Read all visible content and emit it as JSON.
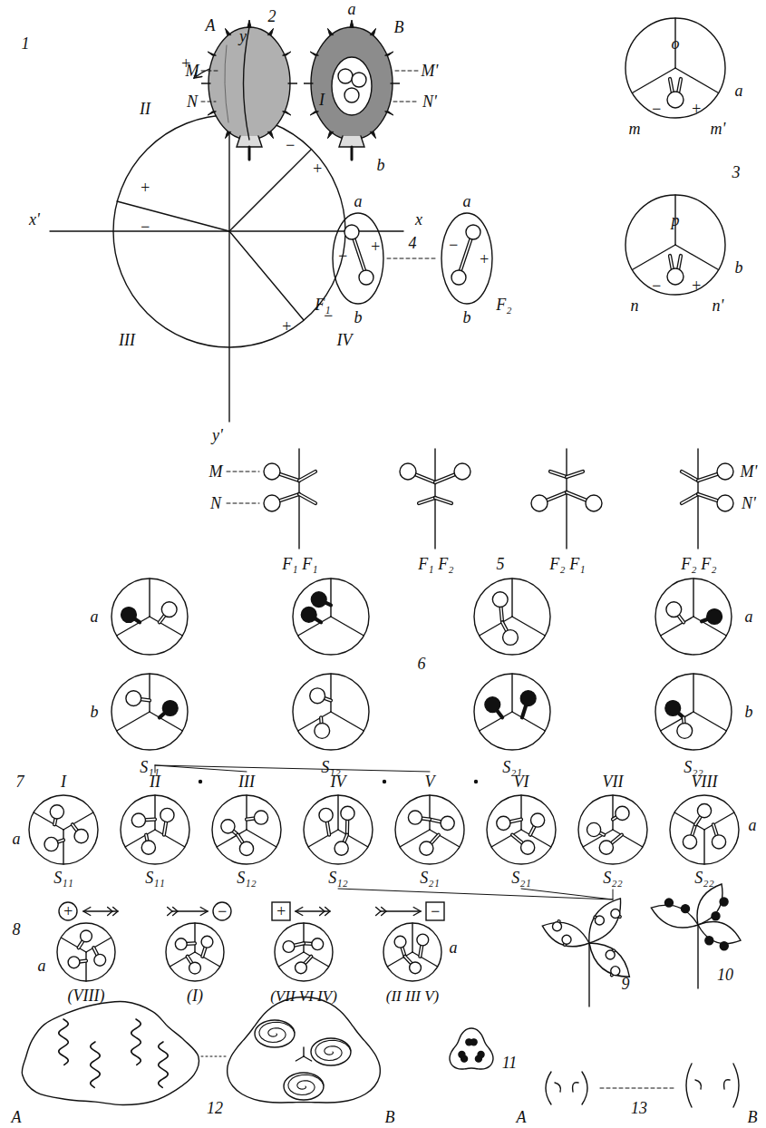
{
  "diagram": {
    "labels": [
      "1",
      "y",
      "+",
      "II",
      "I",
      "−",
      "+",
      "x'",
      "x",
      "+",
      "−",
      "III",
      "IV",
      "+",
      "−",
      "y'",
      "A",
      "2",
      "a",
      "B",
      "M",
      "N",
      "M'",
      "N'",
      "b",
      "o",
      "a",
      "−",
      "+",
      "m",
      "m'",
      "3",
      "p",
      "b",
      "−",
      "+",
      "n",
      "n'",
      "a",
      "−",
      "+",
      "b",
      "F₁",
      "4",
      "a",
      "−",
      "+",
      "b",
      "F₂",
      "M",
      "N",
      "F₁",
      "F₁",
      "F₁",
      "F₂",
      "5",
      "F₂",
      "F₁",
      "F₂",
      "F₂",
      "M'",
      "N'",
      "a",
      "a",
      "6",
      "b",
      "b",
      "S₁₁",
      "S₁₂",
      "S₂₁",
      "S₂₂",
      "7",
      "I",
      "II",
      "III",
      "IV",
      "V",
      "VI",
      "VII",
      "VIII",
      "a",
      "a",
      "S₁₁",
      "S₁₁",
      "S₁₂",
      "S₁₂",
      "S₂₁",
      "S₂₁",
      "S₂₂",
      "S₂₂",
      "8",
      "+",
      "−",
      "+",
      "−",
      "a",
      "a",
      "(VIII)",
      "(I)",
      "(VII VI IV)",
      "(II III V)",
      "9",
      "10",
      "11",
      "A",
      "12",
      "B",
      "A",
      "13",
      "B"
    ]
  }
}
